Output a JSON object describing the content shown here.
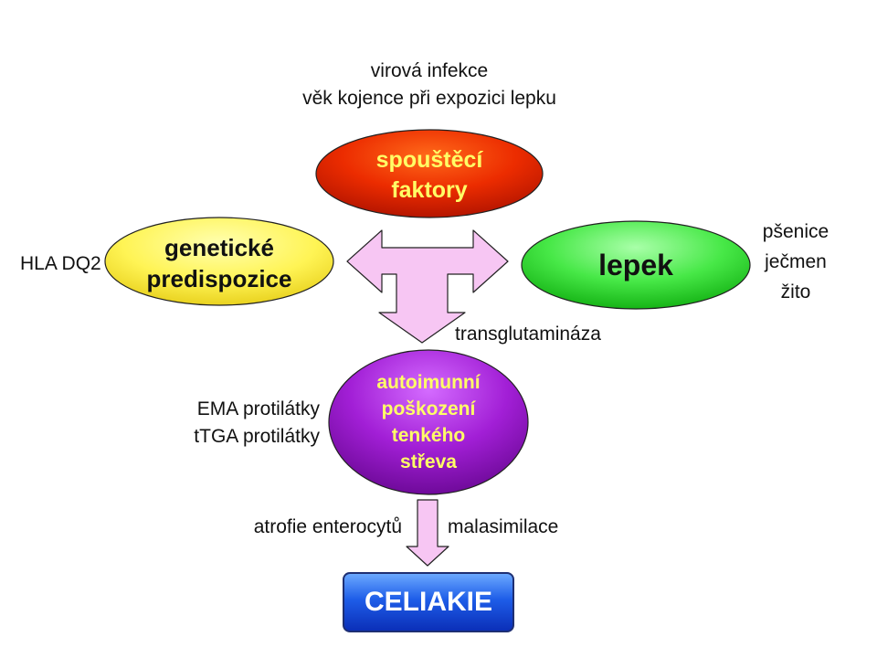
{
  "top_annotation": {
    "line1": "virová infekce",
    "line2": "věk kojence při expozici lepku"
  },
  "nodes": {
    "triggers": {
      "line1": "spouštěcí",
      "line2": "faktory"
    },
    "genetic": {
      "line1": "genetické",
      "line2": "predispozice"
    },
    "gluten": {
      "label": "lepek"
    },
    "autoimmune": {
      "line1": "autoimunní",
      "line2": "poškození",
      "line3": "tenkého",
      "line4": "střeva"
    },
    "celiac": {
      "label": "CELIAKIE"
    }
  },
  "annotations": {
    "hla": "HLA DQ2",
    "grains": [
      "pšenice",
      "ječmen",
      "žito"
    ],
    "transglutaminase": "transglutamináza",
    "antibodies": [
      "EMA protilátky",
      "tTGA protilátky"
    ],
    "atrophy": "atrofie enterocytů",
    "malabsorption": "malasimilace"
  },
  "colors": {
    "triggers": "#e42c00",
    "genetic": "#fff455",
    "gluten": "#3fe23f",
    "autoimmune": "#a21fd6",
    "arrow_fill": "#f7c6f3",
    "celiac": "#1e5de8"
  }
}
